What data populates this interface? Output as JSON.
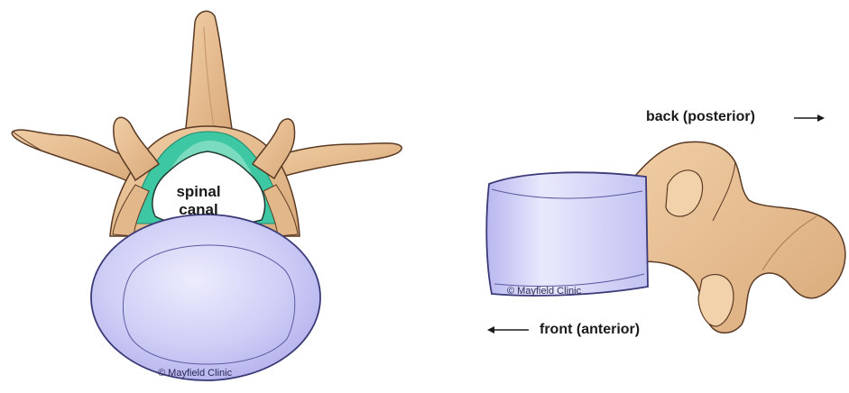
{
  "labels": {
    "spinal_canal_line1": "spinal",
    "spinal_canal_line2": "canal",
    "back": "back (posterior)",
    "front": "front (anterior)"
  },
  "copyright": {
    "left": "© Mayfield Clinic",
    "right": "© Mayfield Clinic"
  },
  "colors": {
    "bone": "#e7bf95",
    "bone_shadow": "#c99a6b",
    "bone_outline": "#5a3a24",
    "disc": "#c9c8f4",
    "disc_highlight": "#e8e8fc",
    "disc_outline": "#3b3a78",
    "ligament": "#3ec7a3",
    "ligament_light": "#9fe7d2"
  }
}
